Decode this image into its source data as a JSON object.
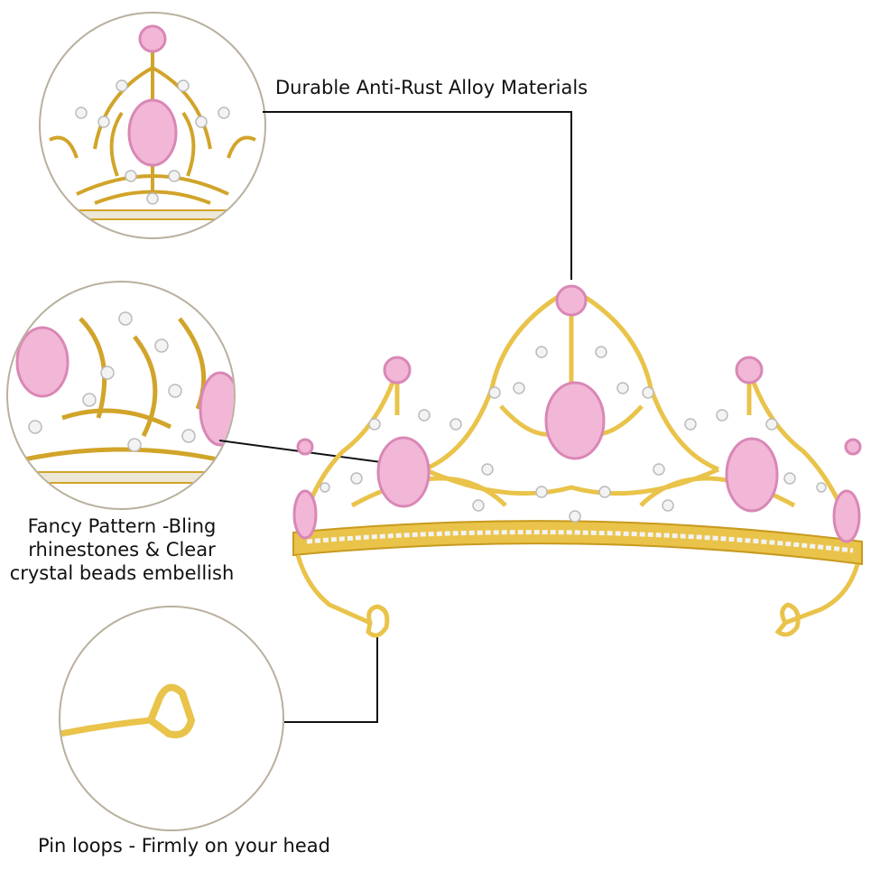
{
  "callouts": {
    "top": "Durable Anti-Rust Alloy Materials",
    "middle": "Fancy Pattern -Bling rhinestones & Clear crystal beads embellish",
    "bottom": "Pin loops - Firmly on your head"
  },
  "colors": {
    "gold": "#e9c34a",
    "gold_dark": "#c89a1e",
    "pink_gem": "#f2b6d6",
    "pink_gem_dark": "#d987b6",
    "clear_crystal": "#f3f3f3",
    "circle_border": "#b9b09e",
    "leader_line": "#111111"
  },
  "icons": {
    "crown": "tiara-crown-image",
    "detail_top": "crown-top-detail-zoom",
    "detail_middle": "rhinestone-pattern-zoom",
    "detail_bottom": "pin-loop-zoom"
  }
}
